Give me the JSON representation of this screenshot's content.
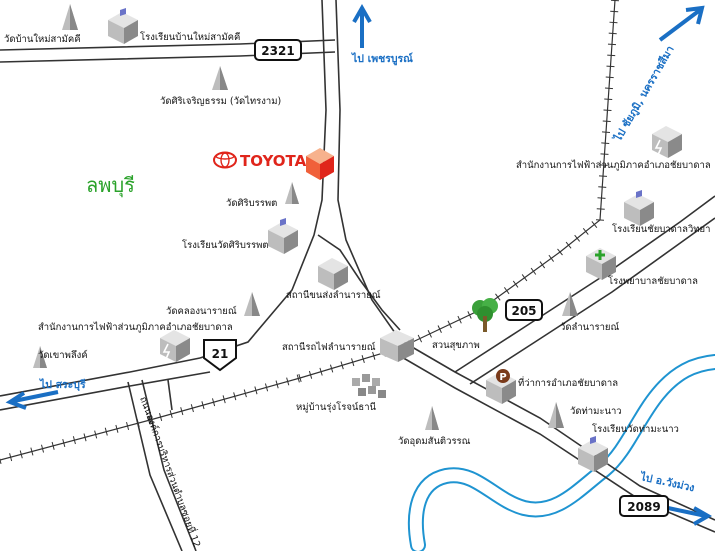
{
  "map": {
    "area_label": "ลพบุรี",
    "brand": {
      "name": "TOYOTA",
      "color": "#e0251b"
    },
    "colors": {
      "road": "#333333",
      "river": "#1f94d1",
      "direction": "#1a6fc4",
      "area": "#2aa22a",
      "tree": "#3aa03a",
      "post": "#7a3a1a"
    },
    "directions": [
      {
        "id": "phetchabun",
        "label": "ไป เพชรบูรณ์"
      },
      {
        "id": "saraburi",
        "label": "ไป สระบุรี"
      },
      {
        "id": "nakhonratchasima",
        "label": "ไป ชัยภูมิ, นครราชสีมา"
      },
      {
        "id": "wangmuang",
        "label": "ไป อ.วังม่วง"
      }
    ],
    "highways": [
      {
        "id": "h2321",
        "number": "2321"
      },
      {
        "id": "h205",
        "number": "205"
      },
      {
        "id": "h21",
        "number": "21"
      },
      {
        "id": "h2089",
        "number": "2089"
      }
    ],
    "places": [
      {
        "id": "wat-ban-mai-samakkhi",
        "label": "วัดบ้านใหม่สามัคคี",
        "icon": "temple-icon"
      },
      {
        "id": "school-ban-mai-samakkhi",
        "label": "โรงเรียนบ้านใหม่สามัคคี",
        "icon": "school-icon"
      },
      {
        "id": "wat-siri-charoen",
        "label": "วัดศิริเจริญธรรม (วัดไทรงาม)",
        "icon": "temple-icon"
      },
      {
        "id": "wat-siri-banphot",
        "label": "วัดศิริบรรพต",
        "icon": "temple-icon"
      },
      {
        "id": "school-wat-siri-banphot",
        "label": "โรงเรียนวัดศิริบรรพต",
        "icon": "school-icon"
      },
      {
        "id": "pea-chaibadan-top",
        "label": "สำนักงานการไฟฟ้าส่วนภูมิภาคอำเภอชัยบาดาล",
        "icon": "power-office-icon"
      },
      {
        "id": "school-chaibadan-witthaya",
        "label": "โรงเรียนชัยบาดาลวิทยา",
        "icon": "school-icon"
      },
      {
        "id": "hospital-chaibadan",
        "label": "โรงพยาบาลชัยบาดาล",
        "icon": "hospital-icon"
      },
      {
        "id": "wat-lam-narai",
        "label": "วัดลำนารายณ์",
        "icon": "temple-icon"
      },
      {
        "id": "station-bus",
        "label": "สถานีขนส่งลำนารายณ์",
        "icon": "building-icon"
      },
      {
        "id": "wat-khlong-narai",
        "label": "วัดคลองนารายณ์",
        "icon": "temple-icon"
      },
      {
        "id": "pea-chaibadan-left",
        "label": "สำนักงานการไฟฟ้าส่วนภูมิภาคอำเภอชัยบาดาล",
        "icon": "power-office-icon"
      },
      {
        "id": "wat-khao-phlu",
        "label": "วัดเขาพลึงค์",
        "icon": "temple-icon"
      },
      {
        "id": "station-rail",
        "label": "สถานีรถไฟลำนารายณ์",
        "icon": "building-icon"
      },
      {
        "id": "park",
        "label": "สวนสุขภาพ",
        "icon": "tree-icon"
      },
      {
        "id": "district-office",
        "label": "ที่ว่าการอำเภอชัยบาดาล",
        "icon": "post-icon"
      },
      {
        "id": "village-rung-rot",
        "label": "หมู่บ้านรุ่งโรจน์ธานี",
        "icon": "village-icon"
      },
      {
        "id": "wat-tha-manao",
        "label": "วัดท่ามะนาว",
        "icon": "temple-icon"
      },
      {
        "id": "school-wat-tha-manao",
        "label": "โรงเรียนวัดท่ามะนาว",
        "icon": "school-icon"
      },
      {
        "id": "wat-udom",
        "label": "วัดอุดมสันติวรรณ",
        "icon": "temple-icon"
      }
    ],
    "vertical_road_label": "ถนนองค์การบริหารส่วนตำบลซอยที่ 12"
  }
}
